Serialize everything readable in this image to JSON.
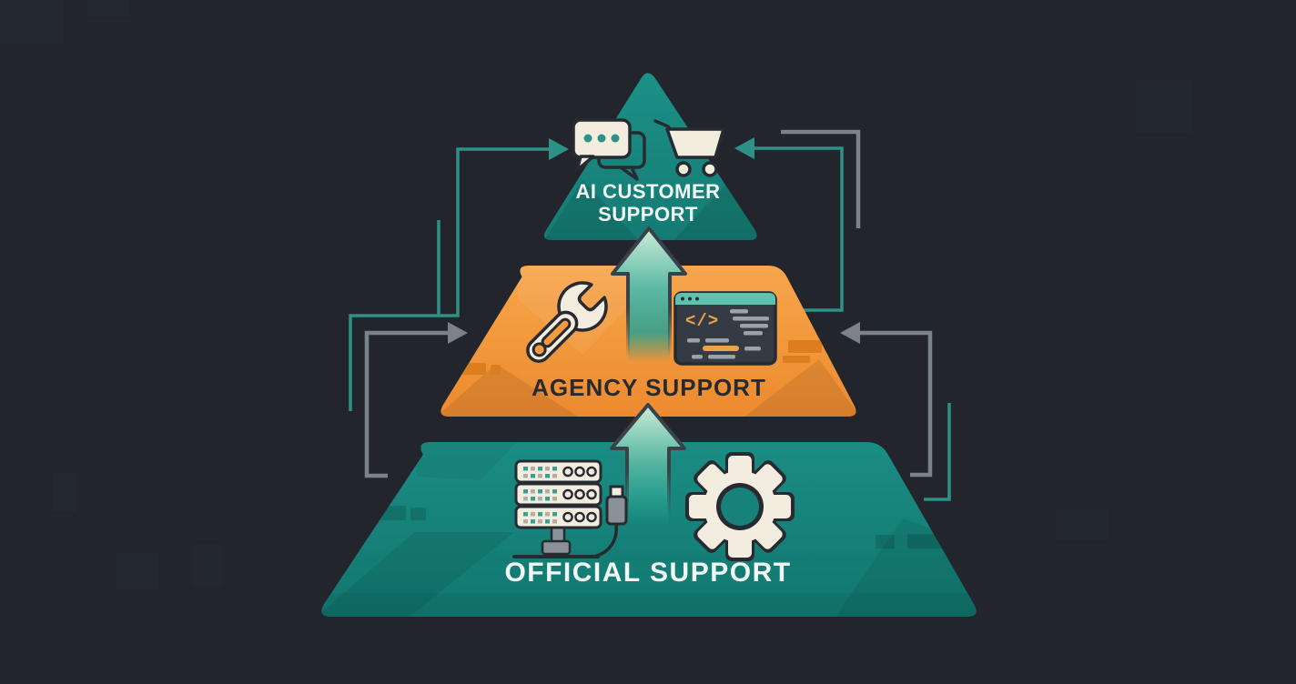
{
  "diagram_title": "Support pyramid diagram",
  "colors": {
    "bg": "#22262c",
    "bg_decor": "#262b33",
    "teal_tier": "#1a8a80",
    "teal_tier_dark": "#137a72",
    "orange": "#f49a40",
    "orange_dash": "#dc7d20",
    "teal_line": "#2d9187",
    "gray_line": "#7b8289",
    "outline": "#272b31",
    "arrow_outline": "#3a4149",
    "arrow_fill_light": "#c6ecd9",
    "arrow_fill": "#2aa090",
    "cream": "#f2edde",
    "text_light": "#f3f8f6",
    "text_dark": "#272b31",
    "code_bg": "#353b44",
    "code_bar": "#5fc1ae",
    "code_line": "#9aa2ac",
    "code_line_orange": "#eda24b",
    "server_square_teal": "#35a193",
    "server_square_gray": "#b5aea0",
    "metal_gray": "#8b9199"
  },
  "pyramid": {
    "tiers": [
      {
        "id": "ai-customer-support",
        "label": "AI CUSTOMER SUPPORT",
        "label_line1": "AI CUSTOMER",
        "label_line2": "SUPPORT",
        "tier_color": "teal",
        "icons": [
          "chat-bubbles-icon",
          "shopping-cart-icon"
        ]
      },
      {
        "id": "agency-support",
        "label": "AGENCY SUPPORT",
        "tier_color": "orange",
        "icons": [
          "wrench-icon",
          "code-window-icon"
        ],
        "code_symbol": "</>"
      },
      {
        "id": "official-support",
        "label": "OFFICIAL SUPPORT",
        "tier_color": "teal",
        "icons": [
          "server-rack-icon",
          "gear-icon"
        ]
      }
    ],
    "flow_arrows": [
      {
        "name": "center-up-arrow-bottom-to-middle",
        "from": "official-support",
        "to": "agency-support"
      },
      {
        "name": "center-up-arrow-middle-to-top",
        "from": "agency-support",
        "to": "ai-customer-support"
      },
      {
        "name": "left-teal-connector",
        "color": "teal",
        "to": "ai-customer-support"
      },
      {
        "name": "right-teal-connector",
        "color": "teal",
        "to": "ai-customer-support"
      },
      {
        "name": "left-gray-connector",
        "color": "gray",
        "to": "agency-support"
      },
      {
        "name": "right-gray-connector",
        "color": "gray",
        "to": "agency-support"
      }
    ]
  }
}
